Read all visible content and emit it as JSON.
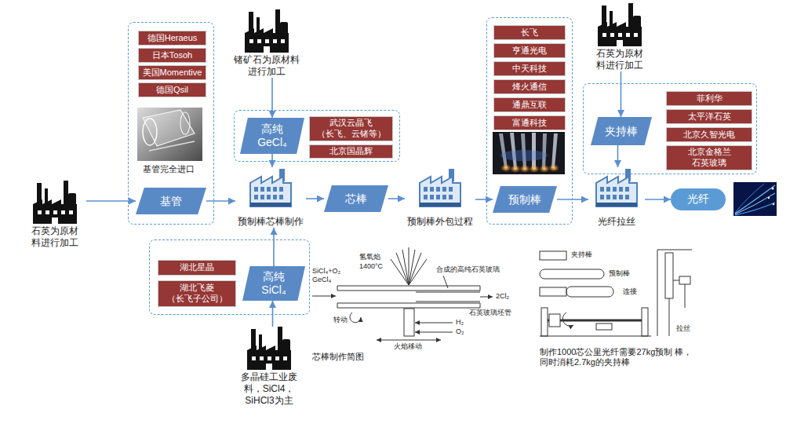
{
  "diagram": {
    "nodes": [
      {
        "text": [
          "石英为原材 料进行加工"
        ]
      },
      {
        "text": []
      },
      {
        "text": [
          "德国Heraeus"
        ],
        "in": 1
      },
      {
        "text": [
          "日本Tosoh"
        ],
        "in": 1
      },
      {
        "text": [
          "美国Momentive"
        ],
        "in": 1
      },
      {
        "text": [
          "德国Qsil"
        ],
        "in": 1
      },
      {
        "text": [
          "基管"
        ],
        "in": 1
      },
      {
        "text": [
          "锗矿石为原材料 进行加工"
        ]
      },
      {
        "text": []
      },
      {
        "text": [
          "高纯 GeCl₄"
        ],
        "in": 8
      },
      {
        "text": [
          "武汉云晶飞 （长飞、云锗等）"
        ],
        "in": 8
      },
      {
        "text": [
          "北京国晶辉"
        ],
        "in": 8
      },
      {
        "text": [
          "预制棒芯棒制作"
        ]
      },
      {
        "text": [
          "芯棒"
        ]
      },
      {
        "text": [
          "预制棒外包过程"
        ]
      },
      {
        "text": []
      },
      {
        "text": [
          "长飞"
        ],
        "in": 15
      },
      {
        "text": [
          "亨通光电"
        ],
        "in": 15
      },
      {
        "text": [
          "中天科技"
        ],
        "in": 15
      },
      {
        "text": [
          "烽火通信"
        ],
        "in": 15
      },
      {
        "text": [
          "通鼎互联"
        ],
        "in": 15
      },
      {
        "text": [
          "富通科技"
        ],
        "in": 15
      },
      {
        "text": [
          "预制棒"
        ],
        "in": 15
      },
      {
        "text": [
          "石英为原材 料进行加工"
        ]
      },
      {
        "text": []
      },
      {
        "text": [
          "夹持棒"
        ],
        "in": 24
      },
      {
        "text": [
          "菲利华"
        ],
        "in": 24
      },
      {
        "text": [
          "太平洋石英"
        ],
        "in": 24
      },
      {
        "text": [
          "北京久智光电"
        ],
        "in": 24
      },
      {
        "text": [
          "北京金格兰 石英玻璃"
        ],
        "in": 24
      },
      {
        "text": [
          "光纤拉丝"
        ]
      },
      {
        "text": [
          "光纤"
        ]
      },
      {
        "text": []
      },
      {
        "text": [
          "湖北星晶"
        ],
        "in": 32
      },
      {
        "text": [
          "湖北飞菱 （长飞子公司）"
        ],
        "in": 32
      },
      {
        "text": [
          "高纯 SiCl₄"
        ],
        "in": 32
      },
      {
        "text": [
          "多晶硅工业废 料，SiCl4， SiHCl3为主"
        ]
      }
    ],
    "edges": [
      {
        "from": 0,
        "to": 6,
        "arrow": "to"
      },
      {
        "from": 6,
        "to": 12,
        "arrow": "to"
      },
      {
        "from": 7,
        "to": 9,
        "arrow": "to"
      },
      {
        "from": 9,
        "to": 12,
        "arrow": "to"
      },
      {
        "from": 36,
        "to": 35,
        "arrow": "to"
      },
      {
        "from": 35,
        "to": 12,
        "arrow": "to"
      },
      {
        "from": 12,
        "to": 13,
        "arrow": "to"
      },
      {
        "from": 13,
        "to": 14,
        "arrow": "to"
      },
      {
        "from": 14,
        "to": 22,
        "arrow": "to"
      },
      {
        "from": 22,
        "to": 30,
        "arrow": "to"
      },
      {
        "from": 23,
        "to": 25,
        "arrow": "to"
      },
      {
        "from": 25,
        "to": 30,
        "arrow": "to"
      },
      {
        "from": 30,
        "to": 31,
        "arrow": "to"
      }
    ],
    "labels": [
      "基管完全进口",
      "SiCl₄+O₂",
      "GeCl₄",
      "氢氧焰",
      "1400°C",
      "合成的高纯石英玻璃",
      "2Cl₂",
      "转动",
      "石英玻璃坯管",
      "H₂",
      "O₂",
      "火焰移动",
      "芯棒制作简图",
      "夹持棒",
      "预制棒",
      "连接",
      "拉丝",
      "制作1000芯公里光纤需要27kg预制 棒，同时消耗2.7kg的夹持棒"
    ]
  }
}
